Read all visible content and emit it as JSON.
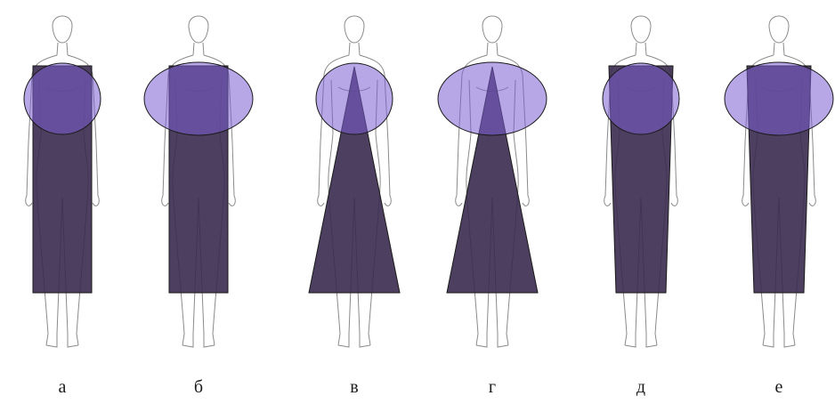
{
  "figures": [
    {
      "label": "а",
      "upper": "small-oval",
      "lower": "rectangle"
    },
    {
      "label": "б",
      "upper": "large-oval",
      "lower": "rectangle"
    },
    {
      "label": "в",
      "upper": "small-oval",
      "lower": "triangle"
    },
    {
      "label": "г",
      "upper": "large-oval",
      "lower": "triangle"
    },
    {
      "label": "д",
      "upper": "small-oval",
      "lower": "trapezoid"
    },
    {
      "label": "е",
      "upper": "large-oval",
      "lower": "trapezoid"
    }
  ],
  "colors": {
    "oval_fill": "#7b5fd1",
    "body_fill": "#3a2a4e",
    "outline": "#1a1a1a",
    "sketch": "#8a8a8a"
  }
}
